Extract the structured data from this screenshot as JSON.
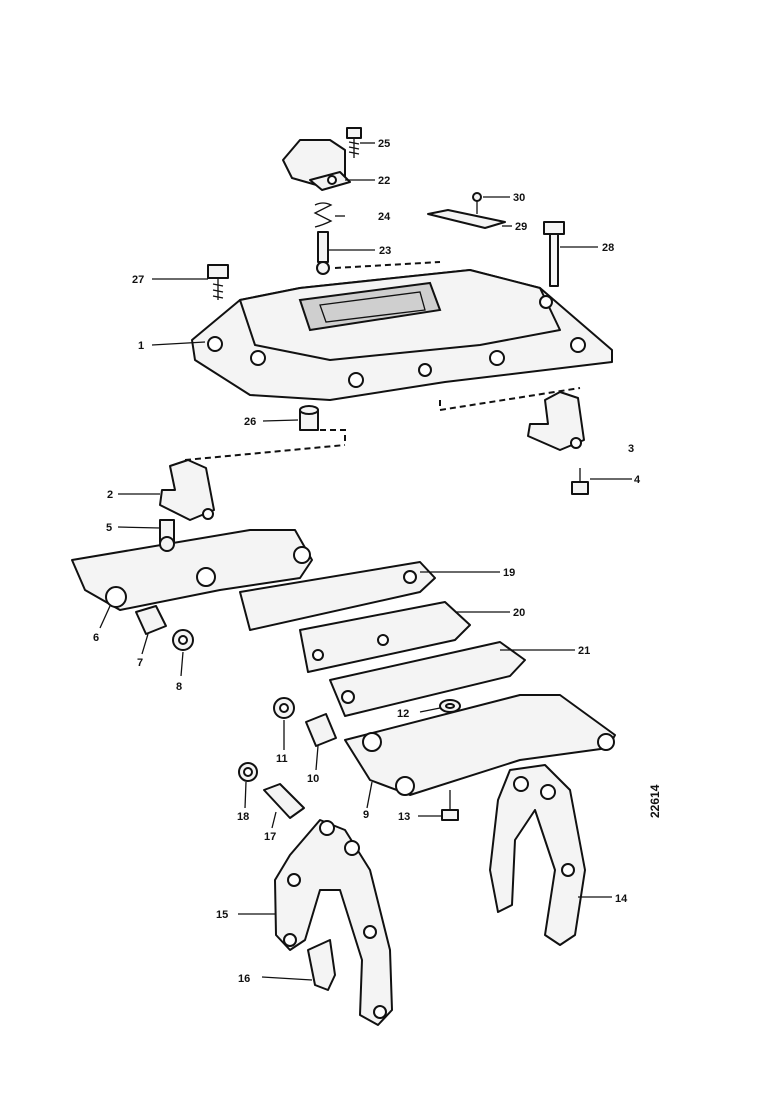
{
  "diagram": {
    "reference_number": "22614",
    "callouts": [
      {
        "id": "1",
        "label": "1"
      },
      {
        "id": "2",
        "label": "2"
      },
      {
        "id": "3",
        "label": "3"
      },
      {
        "id": "4",
        "label": "4"
      },
      {
        "id": "5",
        "label": "5"
      },
      {
        "id": "6",
        "label": "6"
      },
      {
        "id": "7",
        "label": "7"
      },
      {
        "id": "8",
        "label": "8"
      },
      {
        "id": "9",
        "label": "9"
      },
      {
        "id": "10",
        "label": "10"
      },
      {
        "id": "11",
        "label": "11"
      },
      {
        "id": "12",
        "label": "12"
      },
      {
        "id": "13",
        "label": "13"
      },
      {
        "id": "14",
        "label": "14"
      },
      {
        "id": "15",
        "label": "15"
      },
      {
        "id": "16",
        "label": "16"
      },
      {
        "id": "17",
        "label": "17"
      },
      {
        "id": "18",
        "label": "18"
      },
      {
        "id": "19",
        "label": "19"
      },
      {
        "id": "20",
        "label": "20"
      },
      {
        "id": "21",
        "label": "21"
      },
      {
        "id": "22",
        "label": "22"
      },
      {
        "id": "23",
        "label": "23"
      },
      {
        "id": "24",
        "label": "24"
      },
      {
        "id": "25",
        "label": "25"
      },
      {
        "id": "26",
        "label": "26"
      },
      {
        "id": "27",
        "label": "27"
      },
      {
        "id": "28",
        "label": "28"
      },
      {
        "id": "29",
        "label": "29"
      },
      {
        "id": "30",
        "label": "30"
      }
    ]
  }
}
